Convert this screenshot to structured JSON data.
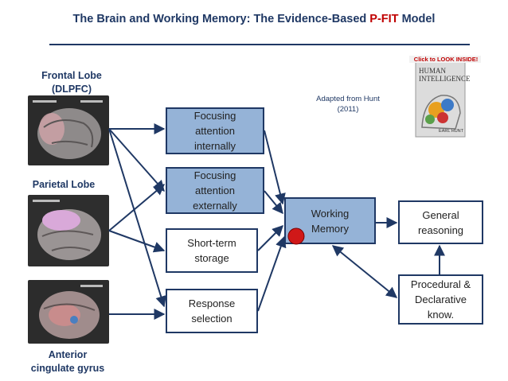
{
  "title": {
    "main": "The Brain and Working Memory:  The Evidence-Based ",
    "accent": "P-FIT",
    "tail": " Model"
  },
  "regions": {
    "frontal": [
      "Frontal Lobe",
      "(DLPFC)"
    ],
    "parietal": "Parietal Lobe",
    "cingulate": [
      "Anterior",
      "cingulate gyrus"
    ]
  },
  "processes": {
    "focus_internal": [
      "Focusing",
      "attention",
      "internally"
    ],
    "focus_external": [
      "Focusing",
      "attention",
      "externally"
    ],
    "short_term": [
      "Short-term",
      "storage"
    ],
    "response": [
      "Response",
      "selection"
    ]
  },
  "working_memory": [
    "Working",
    "Memory"
  ],
  "general_reasoning": [
    "General",
    "reasoning"
  ],
  "procedural": [
    "Procedural &",
    "Declarative",
    "know."
  ],
  "adapted": [
    "Adapted from Hunt",
    "(2011)"
  ],
  "book": {
    "banner": "Click to LOOK INSIDE!",
    "title_lines": [
      "HUMAN",
      "INTELLIGENCE"
    ],
    "author": "EARL HUNT"
  },
  "colors": {
    "accent": "#c00000",
    "navy": "#1f3864",
    "box_blue": "#95b3d7",
    "marker_red": "#d01818"
  }
}
